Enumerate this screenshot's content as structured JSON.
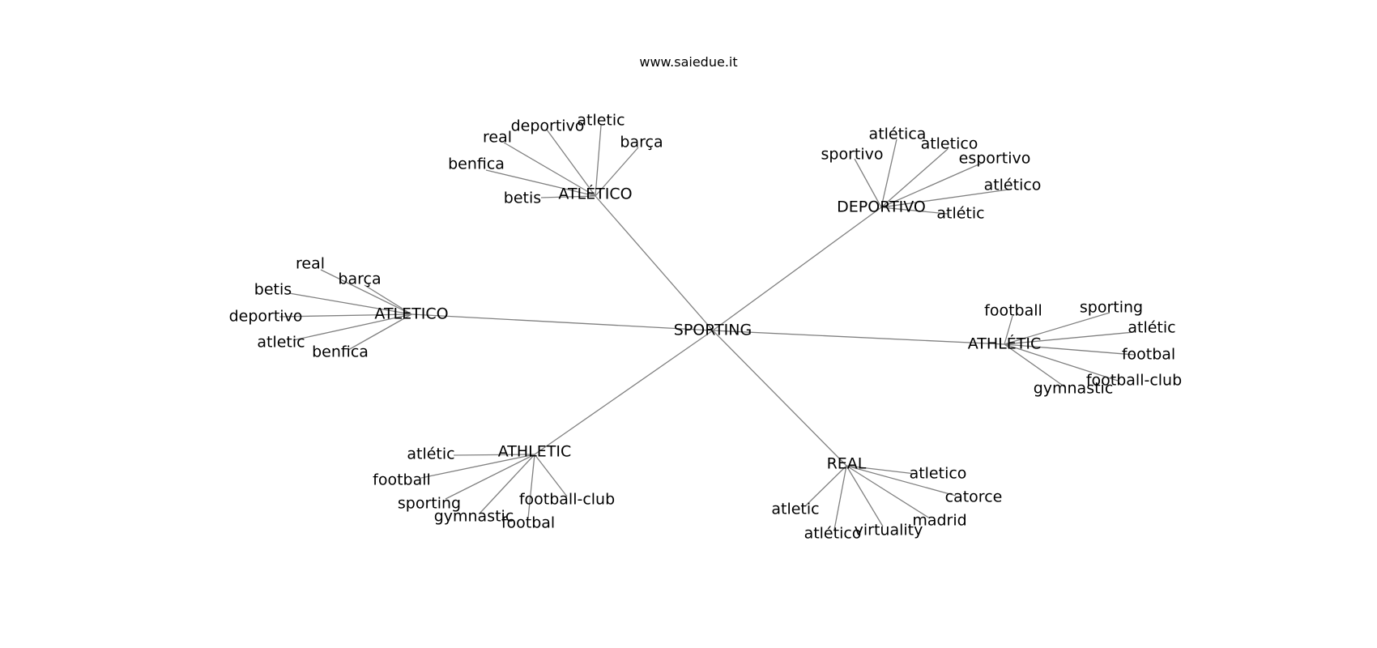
{
  "title": "www.saiedue.it",
  "graph": {
    "edge_color": "#808080",
    "text_color": "#000000",
    "root": "SPORTING",
    "clusters": [
      {
        "hub": "ATLÉTICO",
        "leaves": [
          "betis",
          "benfica",
          "real",
          "deportivo",
          "atletic",
          "barça"
        ]
      },
      {
        "hub": "DEPORTIVO",
        "leaves": [
          "sportivo",
          "atlética",
          "atletico",
          "esportivo",
          "atlético",
          "atlétic"
        ]
      },
      {
        "hub": "ATLETICO",
        "leaves": [
          "real",
          "barça",
          "betis",
          "deportivo",
          "atletic",
          "benfica"
        ]
      },
      {
        "hub": "ATHLÉTIC",
        "leaves": [
          "football",
          "sporting",
          "atlétic",
          "footbal",
          "football-club",
          "gymnastic"
        ]
      },
      {
        "hub": "ATHLETIC",
        "leaves": [
          "atlétic",
          "football",
          "sporting",
          "gymnastic",
          "footbal",
          "football-club"
        ]
      },
      {
        "hub": "REAL",
        "leaves": [
          "atletico",
          "catorce",
          "madrid",
          "virtuality",
          "atlético",
          "atletic"
        ]
      }
    ]
  }
}
